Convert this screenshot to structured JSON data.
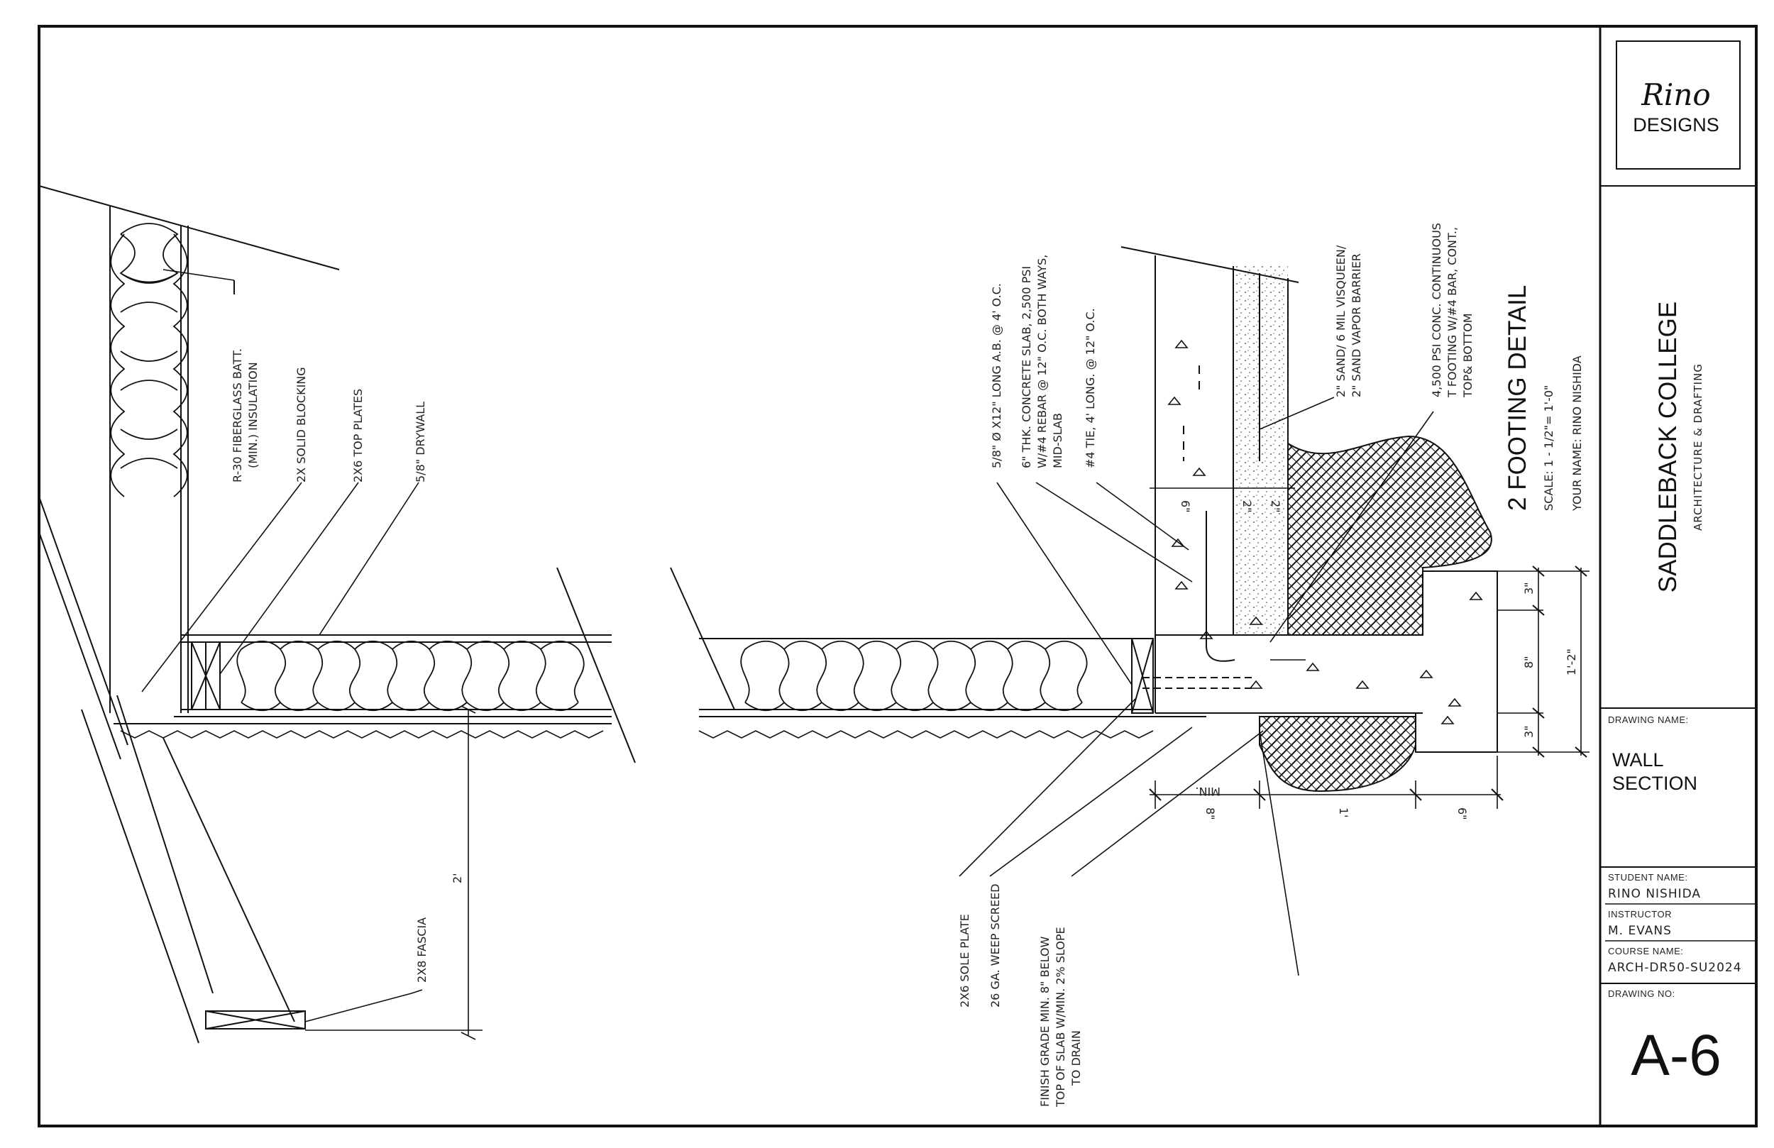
{
  "logo": {
    "script": "Rino",
    "sub": "DESIGNS"
  },
  "school": {
    "name": "SADDLEBACK COLLEGE",
    "dept": "ARCHITECTURE & DRAFTING"
  },
  "titleblock": {
    "drawing_name_label": "DRAWING NAME:",
    "drawing_name_line1": "WALL",
    "drawing_name_line2": "SECTION",
    "student_label": "STUDENT NAME:",
    "student": "RINO NISHIDA",
    "instructor_label": "INSTRUCTOR",
    "instructor": "M. EVANS",
    "course_label": "COURSE NAME:",
    "course": "ARCH-DR50-SU2024",
    "drawing_no_label": "DRAWING NO:",
    "drawing_no": "A-6"
  },
  "detail": {
    "title": "2 FOOTING DETAIL",
    "scale": "SCALE: 1 - 1/2\"= 1'-0\"",
    "name": "YOUR NAME: RINO NISHIDA"
  },
  "notes": {
    "insulation_1": "R-30 FIBERGLASS BATT.",
    "insulation_2": "(MIN.) INSULATION",
    "solid_blocking": "2X SOLID BLOCKING",
    "top_plates": "2X6 TOP PLATES",
    "drywall": "5/8\" DRYWALL",
    "fascia": "2X8 FASCIA",
    "dim_2ft": "2'",
    "anchor_bolt": "5/8\" Ø X12\" LONG A.B. @ 4' O.C.",
    "slab_1": "6\" THK. CONCRETE SLAB, 2,500 PSI",
    "slab_2": "W/#4 REBAR @ 12\" O.C. BOTH WAYS,",
    "slab_3": "MID-SLAB",
    "tie": "#4 TIE, 4' LONG. @ 12\" O.C.",
    "sand_1": "2\" SAND/ 6 MIL VISQUEEN/",
    "sand_2": "2\" SAND VAPOR BARRIER",
    "footing_1": "4,500 PSI CONC. CONTINUOUS",
    "footing_2": "T FOOTING W/#4 BAR, CONT.,",
    "footing_3": "TOP& BOTTOM",
    "sole_plate": "2X6 SOLE PLATE",
    "weep_screed": "26 GA. WEEP SCREED",
    "grade_1": "FINISH GRADE MIN. 8\" BELOW",
    "grade_2": "TOP OF SLAB W/MIN. 2% SLOPE",
    "grade_3": "TO DRAIN"
  },
  "dims": {
    "d3a": "3\"",
    "d8": "8\"",
    "d3b": "3\"",
    "d12": "1'-2\"",
    "min": "MIN.",
    "d8b": "8\"",
    "d1": "1'",
    "d6": "6\"",
    "d6s": "6\"",
    "d2a": "2\"",
    "d2b": "2\""
  }
}
